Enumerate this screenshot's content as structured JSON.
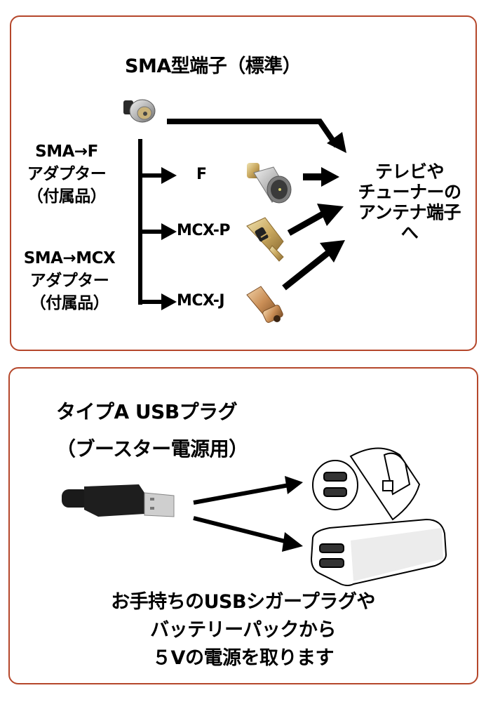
{
  "top_panel": {
    "title": "SMA型端子（標準）",
    "left_labels": {
      "sma_f": [
        "SMA→F",
        "アダプター",
        "（付属品）"
      ],
      "sma_mcx": [
        "SMA→MCX",
        "アダプター",
        "（付属品）"
      ]
    },
    "branches": [
      "F",
      "MCX-P",
      "MCX-J"
    ],
    "destination": [
      "テレビや",
      "チューナーの",
      "アンテナ端子",
      "へ"
    ],
    "connectors": [
      "sma-connector",
      "f-connector",
      "mcx-p-connector",
      "mcx-j-connector"
    ]
  },
  "bottom_panel": {
    "title_line1": "タイプA USBプラグ",
    "title_line2": "（ブースター電源用）",
    "devices": [
      "usb-plug",
      "usb-car-charger",
      "battery-pack"
    ],
    "caption": [
      "お手持ちのUSBシガープラグや",
      "バッテリーパックから",
      "５Vの電源を取ります"
    ]
  },
  "colors": {
    "border": "#b5472b",
    "arrow": "#000000"
  }
}
